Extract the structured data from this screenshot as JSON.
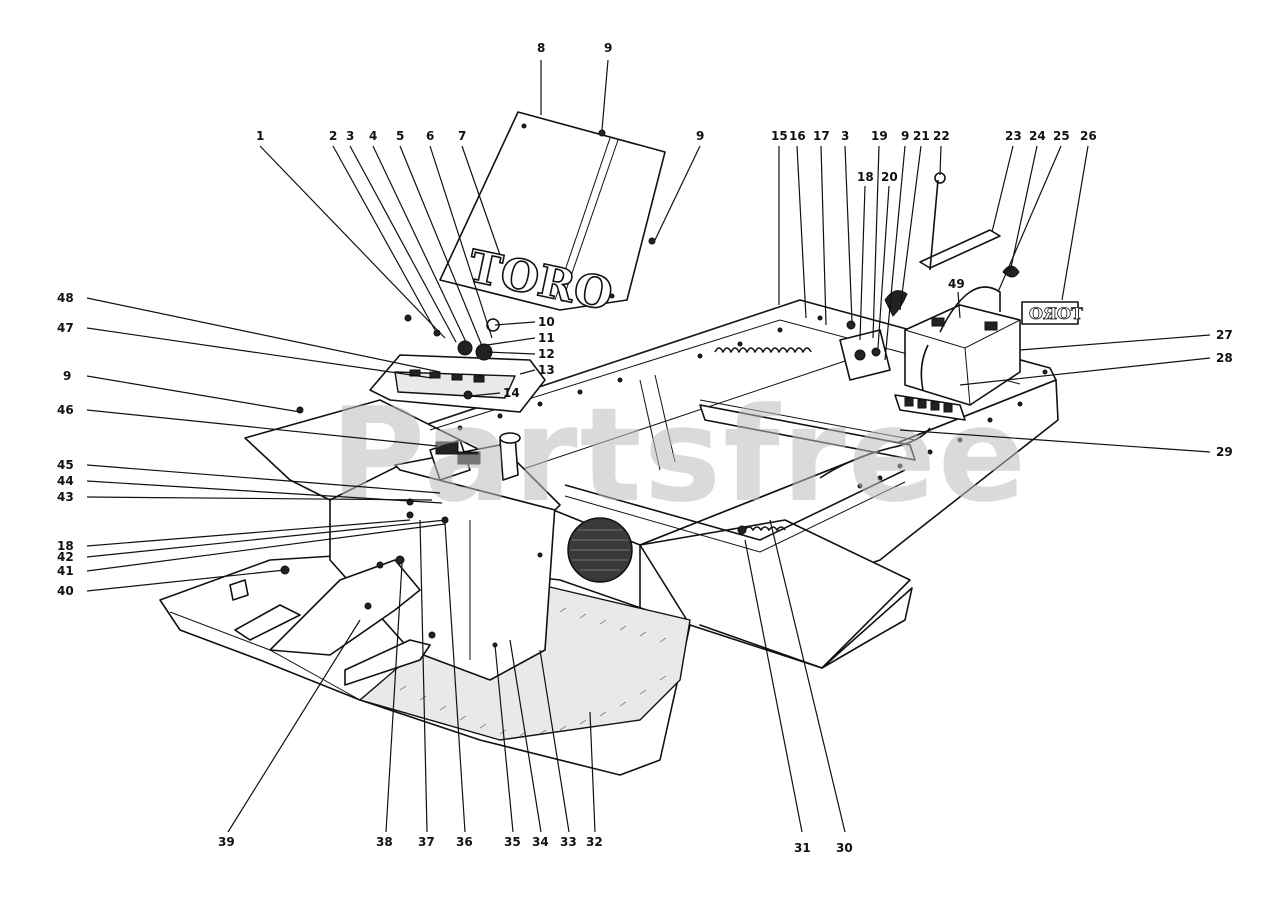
{
  "watermark": "Partsfree",
  "hood_logo": "TORO",
  "decal_text": "OЯOT",
  "callouts": [
    "1",
    "2",
    "3",
    "4",
    "5",
    "6",
    "7",
    "8",
    "9",
    "10",
    "11",
    "12",
    "13",
    "14",
    "15",
    "16",
    "17",
    "18",
    "19",
    "20",
    "21",
    "22",
    "23",
    "24",
    "25",
    "26",
    "27",
    "28",
    "29",
    "30",
    "31",
    "32",
    "33",
    "34",
    "35",
    "36",
    "37",
    "38",
    "39",
    "40",
    "41",
    "42",
    "43",
    "44",
    "45",
    "46",
    "47",
    "48",
    "49"
  ],
  "colors": {
    "ink": "#111111",
    "paper": "#ffffff",
    "watermark": "#bdbdbd",
    "panel": "#e9e9e9"
  }
}
